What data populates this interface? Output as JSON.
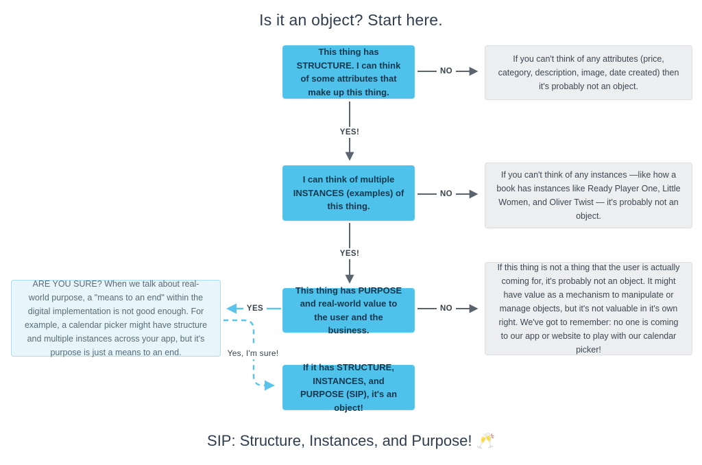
{
  "title": "Is it an object? Start here.",
  "caption": {
    "text": "SIP: Structure, Instances, and Purpose!",
    "emoji": "🥂"
  },
  "nodes": {
    "structure": {
      "text": "This thing has STRUCTURE. I can think of some attributes that make up this thing."
    },
    "no_structure": {
      "text": "If you can't think of any attributes (price, category, description, image, date created) then it's probably not an object."
    },
    "instances": {
      "text": "I can think of multiple INSTANCES (examples) of this thing."
    },
    "no_instances": {
      "text": "If you can't think of any instances —like how a book has instances like Ready Player One, Little Women, and Oliver Twist — it's probably not an object."
    },
    "purpose": {
      "text": "This thing has PURPOSE and real-world value to the user and the business."
    },
    "no_purpose": {
      "text": "If this thing is not a thing that the user is actually coming for, it's probably not an object. It might have value as a mechanism to manipulate or manage objects, but it's not valuable in it's own right. We've got to remember: no one is coming to our app or website to play with our calendar picker!"
    },
    "are_you_sure": {
      "text": "ARE YOU SURE? When we talk about real-world purpose,  a \"means to an end\" within the digital implementation is not good enough. For example, a calendar picker might have structure and multiple instances across your app, but it's purpose is just a means to an end."
    },
    "object_confirmed": {
      "text": "If it has STRUCTURE, INSTANCES, and PURPOSE (SIP), it's an object!"
    }
  },
  "labels": {
    "no": "NO",
    "yes_strong": "YES!",
    "yes": "YES",
    "yes_sure": "Yes, I'm sure!"
  },
  "colors": {
    "node_blue": "#4fc2eb",
    "node_gray": "#eceef0",
    "node_lightblue": "#e8f6fc",
    "arrow_gray": "#5a646e",
    "arrow_blue": "#5bc4ec",
    "text_dark": "#2f3e4e"
  }
}
